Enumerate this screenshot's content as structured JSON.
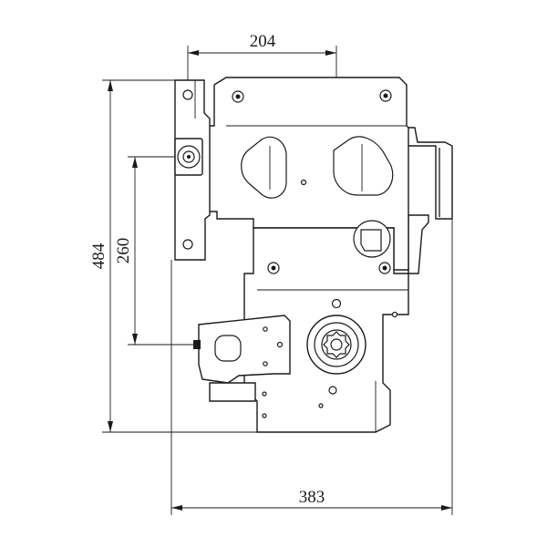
{
  "dimensions": {
    "top_width": "204",
    "bottom_width": "383",
    "overall_height": "484",
    "shaft_height": "260"
  }
}
